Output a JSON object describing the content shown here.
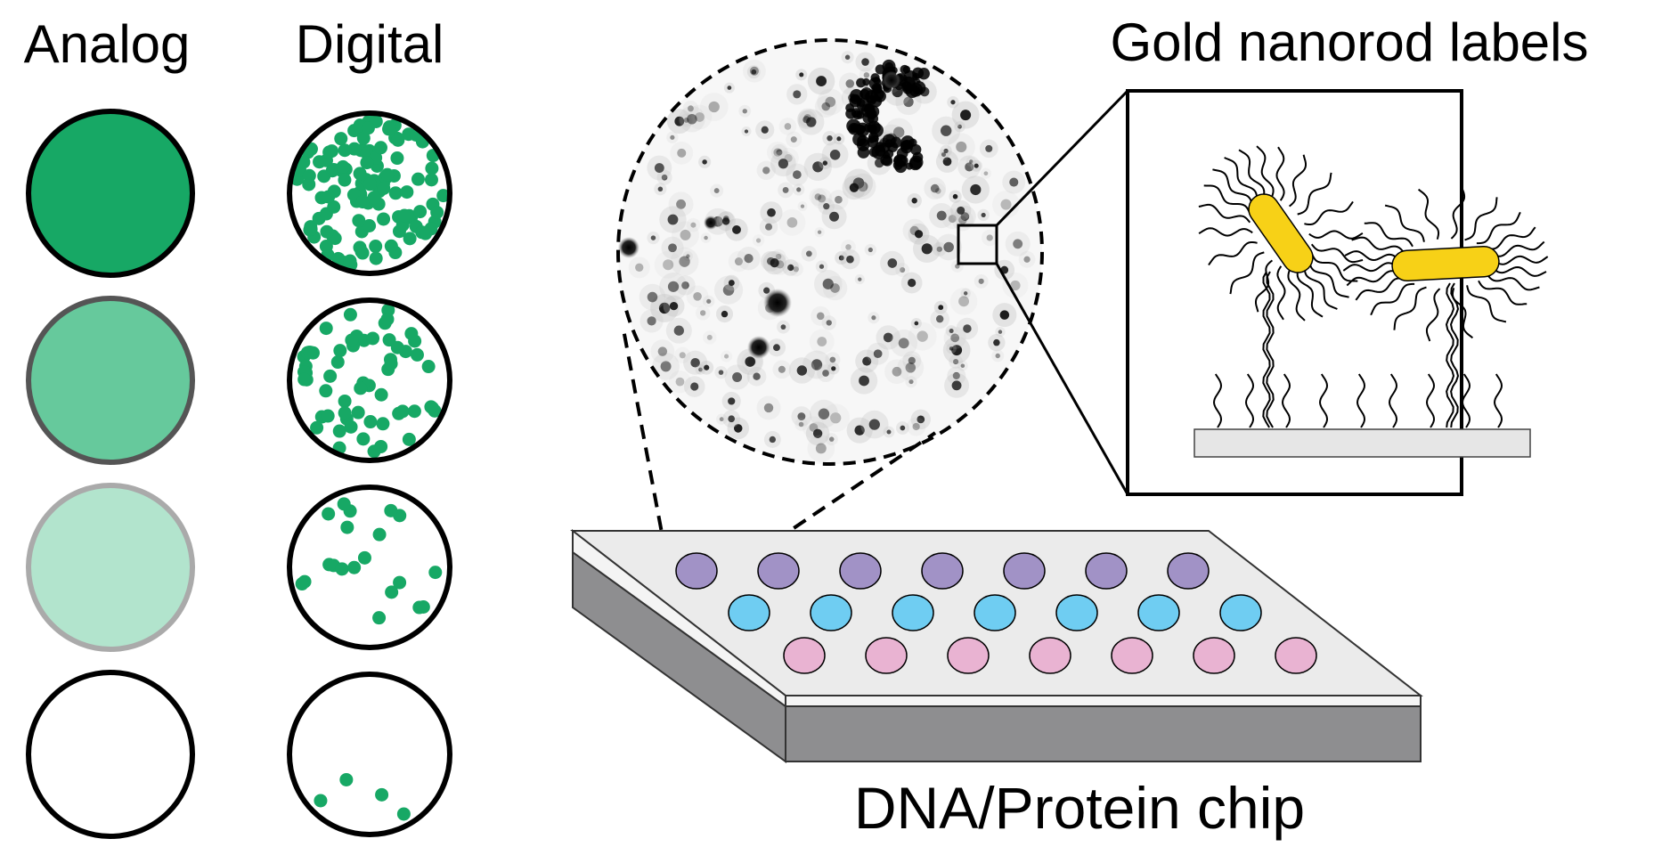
{
  "labels": {
    "analog": "Analog",
    "digital": "Digital",
    "gold_nanorod": "Gold nanorod labels",
    "chip": "DNA/Protein chip"
  },
  "colors": {
    "spot_green": "#17a865",
    "analog_levels": [
      "#17a865",
      "#66c99c",
      "#b2e4cd",
      "#ffffff"
    ],
    "analog_border": [
      "#000000",
      "#555555",
      "#aaaaaa",
      "#000000"
    ],
    "nanorod_gold": "#f7d117",
    "spot_purple": "#a192c6",
    "spot_blue": "#6fcdf2",
    "spot_pink": "#e9b3d2",
    "chip_top": "#ebebeb",
    "chip_side": "#8e8e90",
    "substrate": "#e6e6e6"
  },
  "digital_dot_counts": [
    120,
    60,
    20,
    4
  ]
}
